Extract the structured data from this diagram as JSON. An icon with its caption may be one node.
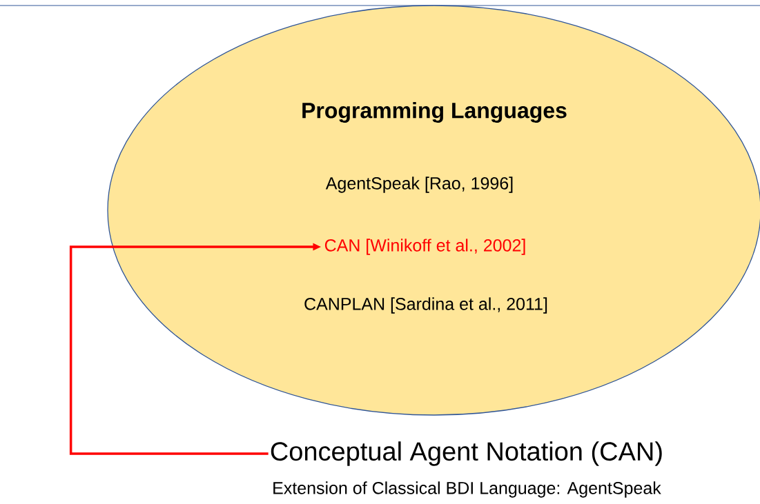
{
  "diagram": {
    "nodes": [
      {
        "text": [
          "Programming Languages"
        ]
      },
      {
        "text": [
          "AgentSpeak [Rao, 1996]"
        ],
        "in": 0
      },
      {
        "text": [
          "CAN [Winikoff et al., 2002]"
        ],
        "in": 0
      },
      {
        "text": [
          "CANPLAN [Sardina et al., 2011]"
        ],
        "in": 0
      },
      {
        "text": [
          "Conceptual Agent Notation (CAN)"
        ],
        "beside": [
          "Extension of Classical BDI Language: AgentSpeak"
        ]
      }
    ],
    "edges": [
      {
        "from": 4,
        "to": 2,
        "arrow": "to",
        "color": "#ff0000"
      }
    ]
  }
}
